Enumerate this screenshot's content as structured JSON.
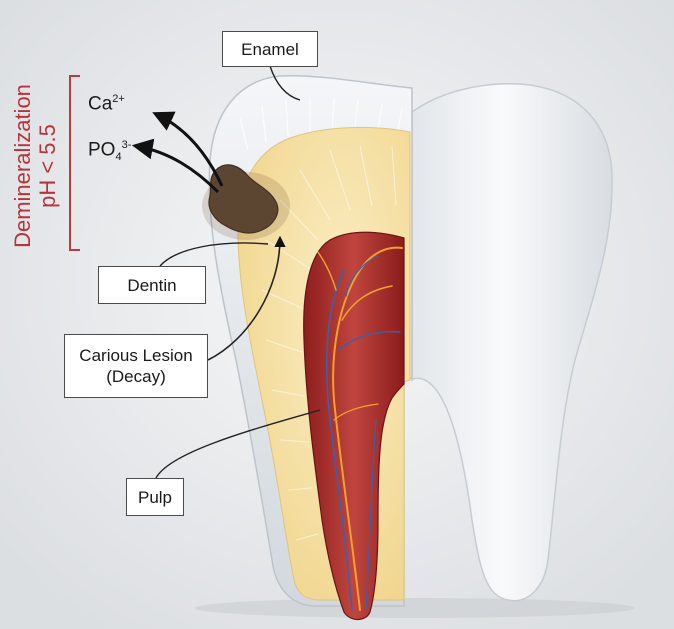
{
  "labels": {
    "enamel": "Enamel",
    "dentin": "Dentin",
    "carious_lesion_line1": "Carious Lesion",
    "carious_lesion_line2": "(Decay)",
    "pulp": "Pulp"
  },
  "ions": {
    "calcium": {
      "base": "Ca",
      "sup": "2+"
    },
    "phosphate": {
      "base": "PO",
      "sup": "3-",
      "sub": "4"
    }
  },
  "demineralization": {
    "line1": "Demineralization",
    "line2": "pH < 5.5"
  },
  "colors": {
    "enamel": "#e6eaee",
    "dentin": "#f4dea0",
    "pulp": "#a52a2a",
    "lesion": "#5a4632",
    "bracket": "#c0393b",
    "tooth_exterior": "#f7f8f9"
  }
}
